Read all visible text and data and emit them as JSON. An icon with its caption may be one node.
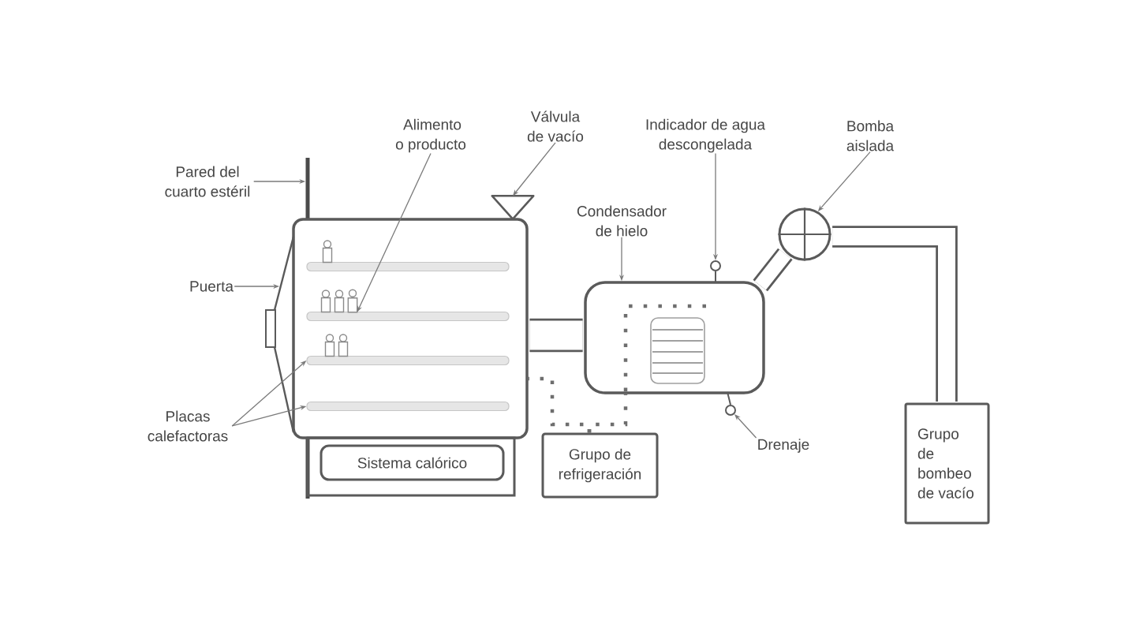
{
  "diagram": {
    "nodes": [
      {
        "text": [
          "Pared del cuarto estéril"
        ]
      },
      {
        "text": [
          "Alimento o producto"
        ]
      },
      {
        "text": [
          "Válvula de vacío"
        ]
      },
      {
        "text": [
          "Indicador de agua descongelada"
        ]
      },
      {
        "text": [
          "Bomba aislada"
        ]
      },
      {
        "text": [
          "Condensador de hielo"
        ]
      },
      {
        "text": [
          "Puerta"
        ]
      },
      {
        "text": [
          "Placas calefactoras"
        ]
      },
      {
        "text": [
          "Drenaje"
        ]
      },
      {
        "text": [],
        "shape": "bar"
      },
      {
        "text": [],
        "shape": "box"
      },
      {
        "text": [],
        "shape": "bar",
        "in": 10
      },
      {
        "text": [],
        "shape": "bar",
        "in": 10
      },
      {
        "text": [],
        "shape": "bar",
        "in": 10
      },
      {
        "text": [],
        "shape": "bar",
        "in": 10
      },
      {
        "text": [],
        "shape": "box",
        "in": 10
      },
      {
        "text": [],
        "shape": "door"
      },
      {
        "text": [],
        "shape": "triangle"
      },
      {
        "text": [],
        "shape": "box"
      },
      {
        "text": [
          "Sistema calórico"
        ],
        "in": 18
      },
      {
        "text": [
          "Grupo de refrigeración"
        ]
      },
      {
        "text": [],
        "shape": "box"
      },
      {
        "text": [],
        "shape": "circle"
      },
      {
        "text": [],
        "shape": "circle"
      },
      {
        "text": [],
        "shape": "circle"
      },
      {
        "text": [
          "Grupo de bombeo de vacío"
        ]
      }
    ],
    "edges": [
      {
        "from": 0,
        "to": 9,
        "arrow": "to"
      },
      {
        "from": 1,
        "to": 15,
        "arrow": "to"
      },
      {
        "from": 2,
        "to": 17,
        "arrow": "to"
      },
      {
        "from": 3,
        "to": 22,
        "arrow": "to"
      },
      {
        "from": 4,
        "to": 24,
        "arrow": "to"
      },
      {
        "from": 5,
        "to": 21,
        "arrow": "to"
      },
      {
        "from": 6,
        "to": 16,
        "arrow": "to"
      },
      {
        "from": 7,
        "to": 13,
        "arrow": "to"
      },
      {
        "from": 7,
        "to": 14,
        "arrow": "to"
      },
      {
        "from": 8,
        "to": 23,
        "arrow": "to"
      },
      {
        "from": 10,
        "to": 21,
        "arrow": "none",
        "style": "thick"
      },
      {
        "from": 21,
        "to": 24,
        "arrow": "none",
        "style": "thick"
      },
      {
        "from": 24,
        "to": 25,
        "arrow": "none",
        "style": "thick"
      },
      {
        "from": 20,
        "to": 10,
        "arrow": "none",
        "style": "dashed"
      },
      {
        "from": 20,
        "to": 21,
        "arrow": "none",
        "style": "dashed"
      }
    ]
  }
}
